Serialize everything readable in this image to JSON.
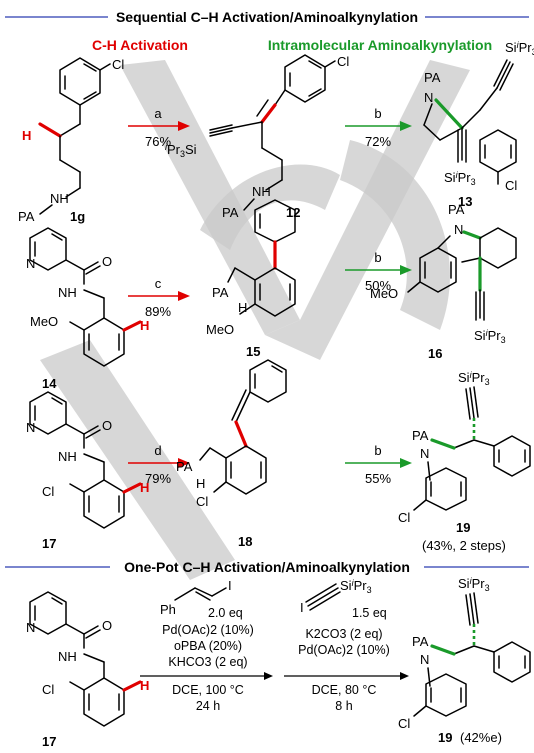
{
  "headers": {
    "sequential": "Sequential C–H Activation/Aminoalkynylation",
    "ch_activation": "C-H Activation",
    "intramolecular": "Intramolecular Aminoalkynylation",
    "one_pot": "One-Pot C–H Activation/Aminoalkynylation"
  },
  "colors": {
    "red": "#e00000",
    "green": "#1a9a2a",
    "blue_rule": "#2a3cb0",
    "watermark": "#c9c9c9"
  },
  "atoms": {
    "cl": "Cl",
    "h": "H",
    "nh": "NH",
    "n": "N",
    "o": "O",
    "pa": "PA",
    "meo": "MeO",
    "si": "Si",
    "i_sup": "i",
    "pr3": "Pr",
    "three": "3",
    "pa_nh_h": "H"
  },
  "rows": {
    "row1": {
      "compound_sm": "1g",
      "cond1_letter": "a",
      "cond1_yield": "76%",
      "compound_mid": "12",
      "cond2_letter": "b",
      "cond2_yield": "72%",
      "compound_prod": "13"
    },
    "row2": {
      "compound_sm": "14",
      "cond1_letter": "c",
      "cond1_yield": "89%",
      "compound_mid": "15",
      "cond2_letter": "b",
      "cond2_yield": "50%",
      "compound_prod": "16"
    },
    "row3": {
      "compound_sm": "17",
      "cond1_letter": "d",
      "cond1_yield": "79%",
      "compound_mid": "18",
      "cond2_letter": "b",
      "cond2_yield": "55%",
      "compound_prod": "19",
      "overall": "(43%, 2 steps)"
    },
    "one_pot": {
      "compound_sm": "17",
      "step1": {
        "reagent_ph": "Ph",
        "reagent_i": "I",
        "eq": "2.0 eq",
        "cat": "Pd(OAc)2 (10%)",
        "ox": "oPBA (20%)",
        "base": "KHCO3 (2 eq)",
        "solvent": "DCE, 100 °C",
        "time": "24 h"
      },
      "step2": {
        "reagent_i": "I",
        "eq": "1.5 eq",
        "base": "K2CO3 (2 eq)",
        "cat": "Pd(OAc)2 (10%)",
        "solvent": "DCE, 80 °C",
        "time": "8 h"
      },
      "compound_prod": "19",
      "yield": "(42%e)"
    }
  }
}
